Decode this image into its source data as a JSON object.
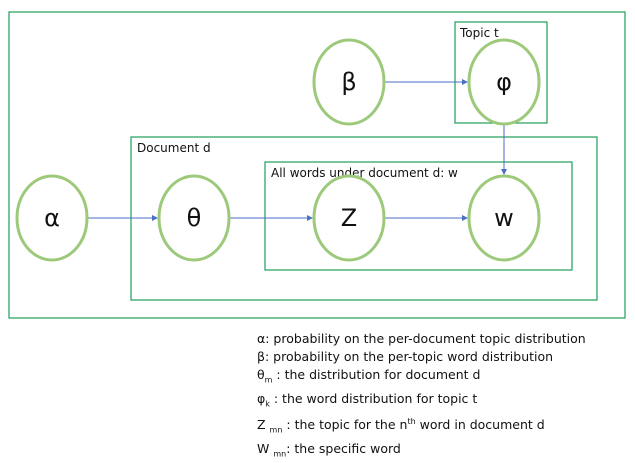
{
  "plates": {
    "topic": "Topic t",
    "document": "Document d",
    "words": "All words under document d: w"
  },
  "nodes": {
    "alpha": "α",
    "beta": "β",
    "theta": "θ",
    "phi": "φ",
    "z": "Z",
    "w": "w"
  },
  "legend": [
    {
      "sym": "α",
      "sub": "",
      "sup_pre": "",
      "text": ": probability on the per-document topic distribution"
    },
    {
      "sym": "β",
      "sub": "",
      "text": ": probability on the per-topic word distribution"
    },
    {
      "sym": "θ",
      "sub": "m",
      "text": " : the distribution for document d"
    },
    {
      "sym": "φ",
      "sub": "k",
      "text": " : the word distribution for topic t"
    },
    {
      "sym": "Z ",
      "sub": "mn",
      "text_a": " : the topic for the n",
      "sup": "th",
      "text_b": " word in document d"
    },
    {
      "sym": "W ",
      "sub": "mn",
      "text": ": the specific word"
    }
  ],
  "colors": {
    "plate": "#1e9e5a",
    "node": "#9cc97a",
    "edge": "#4a6fc4"
  }
}
